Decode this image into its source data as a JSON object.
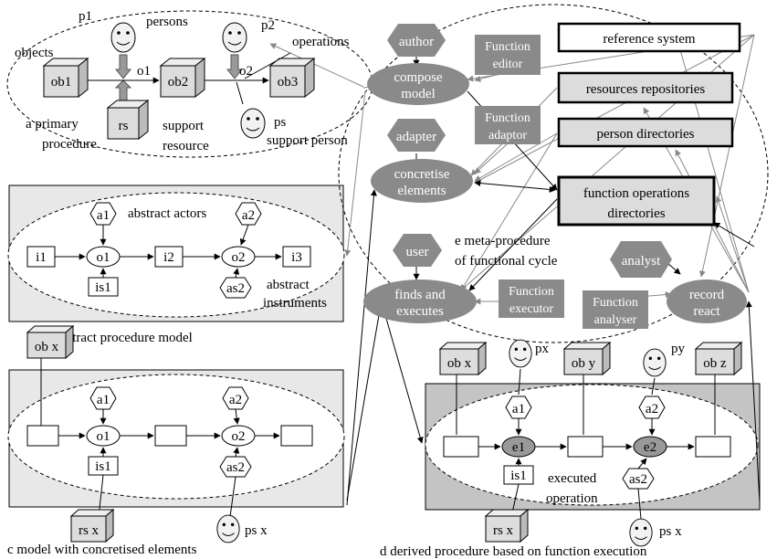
{
  "a": {
    "objects": "objects",
    "persons": "persons",
    "operations": "operations",
    "p1": "p1",
    "p2": "p2",
    "o1": "o1",
    "o2": "o2",
    "ob1": "ob1",
    "ob2": "ob2",
    "ob3": "ob3",
    "rs": "rs",
    "ps": "ps",
    "caption1": "a primary",
    "caption2": "procedure",
    "support_resource1": "support",
    "support_resource2": "resource",
    "support_person": "support person"
  },
  "b": {
    "a1": "a1",
    "a2": "a2",
    "o1": "o1",
    "o2": "o2",
    "i1": "i1",
    "i2": "i2",
    "i3": "i3",
    "is1": "is1",
    "as2": "as2",
    "abstract_actors": "abstract actors",
    "abstract_instruments1": "abstract",
    "abstract_instruments2": "instruments",
    "caption": "b abstract procedure model"
  },
  "c": {
    "obx": "ob x",
    "a1": "a1",
    "a2": "a2",
    "o1": "o1",
    "o2": "o2",
    "is1": "is1",
    "as2": "as2",
    "rsx": "rs x",
    "psx": "ps x",
    "caption": "c model with concretised elements"
  },
  "d": {
    "obx": "ob x",
    "oby": "ob y",
    "obz": "ob z",
    "px": "px",
    "py": "py",
    "a1": "a1",
    "a2": "a2",
    "e1": "e1",
    "e2": "e2",
    "is1": "is1",
    "as2": "as2",
    "rsx": "rs x",
    "psx": "ps x",
    "executed1": "executed",
    "executed2": "operation",
    "caption": "d derived procedure based on function execution"
  },
  "e": {
    "author": "author",
    "adapter": "adapter",
    "user": "user",
    "analyst": "analyst",
    "compose1": "compose",
    "compose2": "model",
    "concretise1": "concretise",
    "concretise2": "elements",
    "finds1": "finds and",
    "finds2": "executes",
    "record1": "record",
    "record2": "react",
    "fe1": "Function",
    "fe2": "editor",
    "fa1": "Function",
    "fa2": "adaptor",
    "fx1": "Function",
    "fx2": "executor",
    "fan1": "Function",
    "fan2": "analyser",
    "meta1": "e meta-procedure",
    "meta2": "of functional cycle"
  },
  "dirs": {
    "reference": "reference system",
    "resources": "resources repositories",
    "persons": "person directories",
    "funcops1": "function operations",
    "funcops2": "directories"
  },
  "colors": {
    "dark": "#808080",
    "light_fill": "#e0e0e0",
    "box_gray": "#d9d9d9",
    "mid_fill": "#c0c0c0"
  }
}
